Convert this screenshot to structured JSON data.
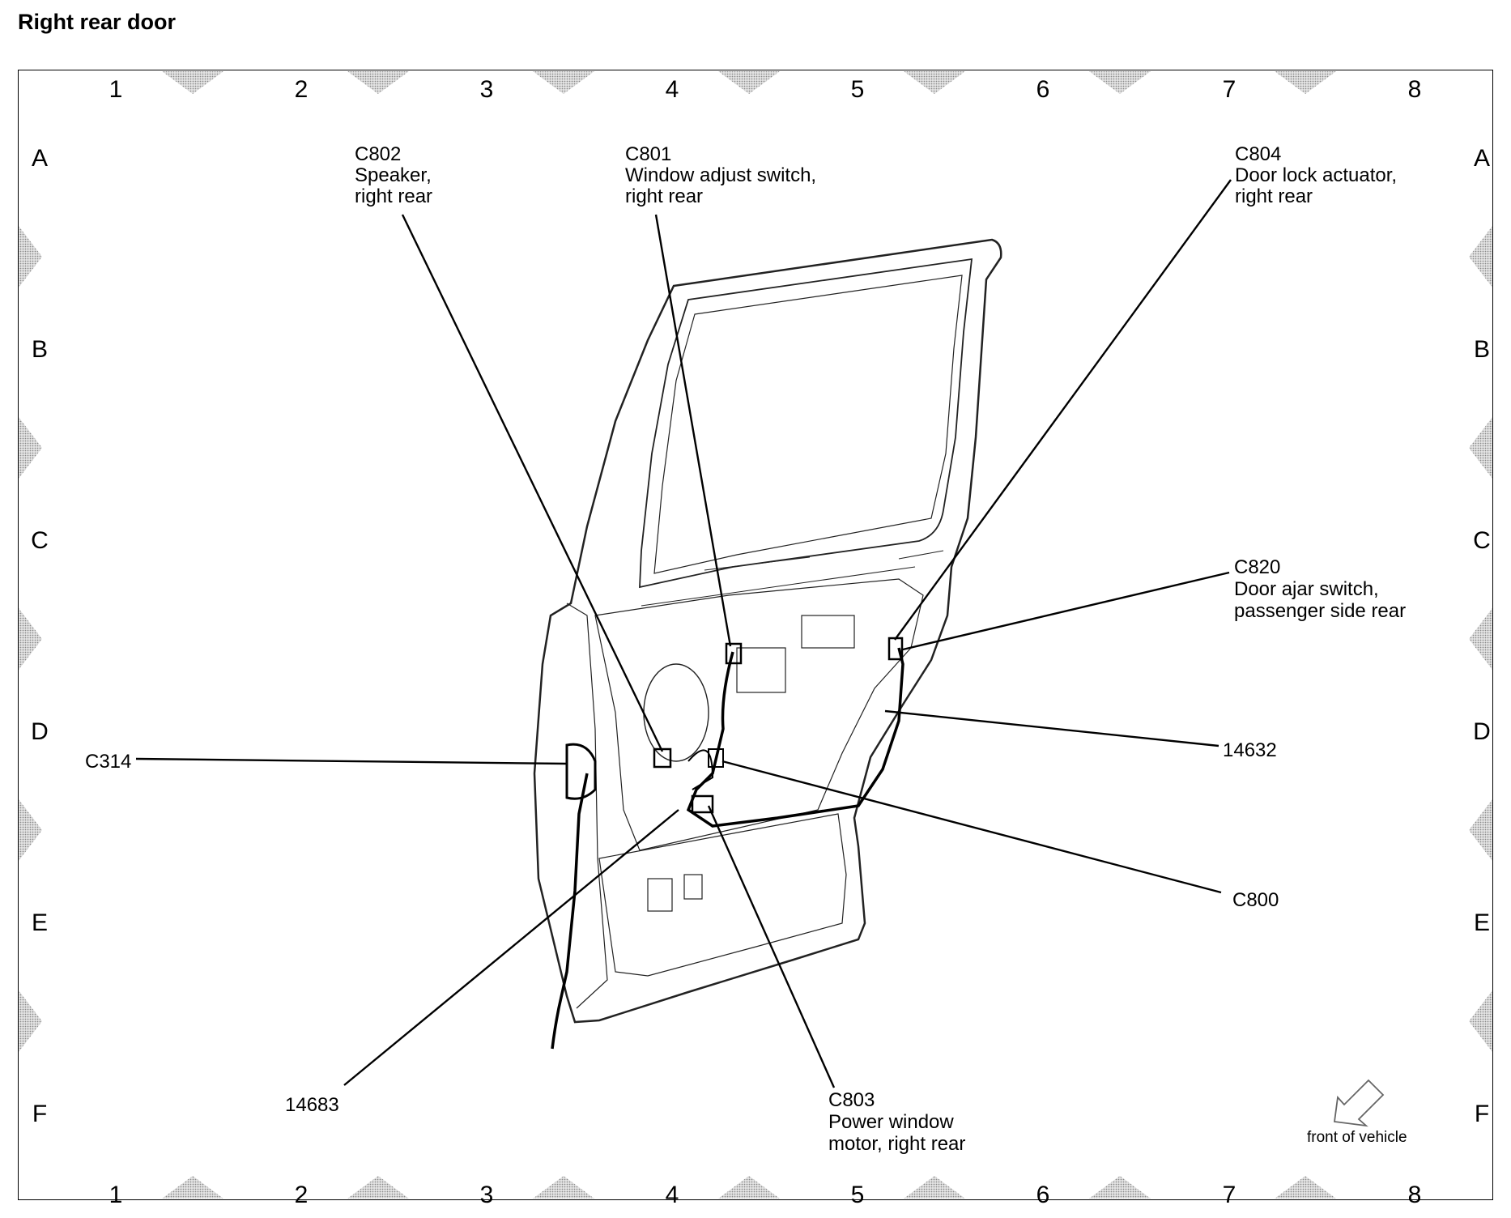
{
  "title": "Right rear door",
  "grid": {
    "columns": [
      "1",
      "2",
      "3",
      "4",
      "5",
      "6",
      "7",
      "8"
    ],
    "rows": [
      "A",
      "B",
      "C",
      "D",
      "E",
      "F"
    ]
  },
  "callouts": {
    "c802": {
      "code": "C802",
      "line1": "Speaker,",
      "line2": "right rear"
    },
    "c801": {
      "code": "C801",
      "line1": "Window adjust switch,",
      "line2": "right rear"
    },
    "c804": {
      "code": "C804",
      "line1": "Door lock actuator,",
      "line2": "right rear"
    },
    "c820": {
      "code": "C820",
      "line1": "Door ajar switch,",
      "line2": "passenger side rear"
    },
    "w14632": {
      "code": "14632"
    },
    "c314": {
      "code": "C314"
    },
    "c800": {
      "code": "C800"
    },
    "w14683": {
      "code": "14683"
    },
    "c803": {
      "code": "C803",
      "line1": "Power window",
      "line2": "motor, right rear"
    }
  },
  "orientation": {
    "label": "front of vehicle",
    "icon": "front-arrow-icon"
  }
}
